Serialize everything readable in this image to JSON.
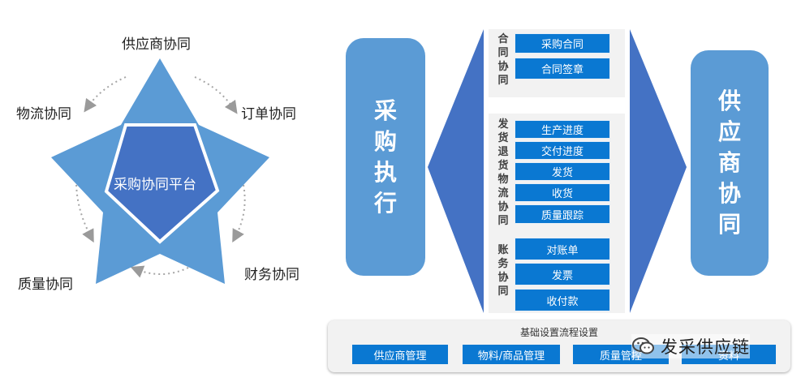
{
  "colors": {
    "star_outer": "#5b9bd5",
    "star_inner": "#4472c4",
    "arrow_dark": "#4472c4",
    "button_blue": "#0a78d2",
    "panel_gray": "#f2f2f2"
  },
  "star": {
    "center": "采购协同平台",
    "points": {
      "top": "供应商协同",
      "right": "订单协同",
      "bottom_right": "财务协同",
      "bottom_left": "质量协同",
      "left": "物流协同"
    }
  },
  "left_pill": "采购执行",
  "right_pill": "供应商协同",
  "groups": [
    {
      "title": "合同协同",
      "items": [
        "采购合同",
        "合同签章"
      ]
    },
    {
      "title": "发货退货物流协同",
      "items": [
        "生产进度",
        "交付进度",
        "发货",
        "收货",
        "质量跟踪"
      ]
    },
    {
      "title": "账务协同",
      "items": [
        "对账单",
        "发票",
        "收付款"
      ]
    }
  ],
  "base": {
    "title": "基础设置流程设置",
    "items": [
      "供应商管理",
      "物料/商品管理",
      "质量管控",
      "资料"
    ]
  },
  "watermark": {
    "text": "发采供应链",
    "icon": "wechat-icon"
  }
}
